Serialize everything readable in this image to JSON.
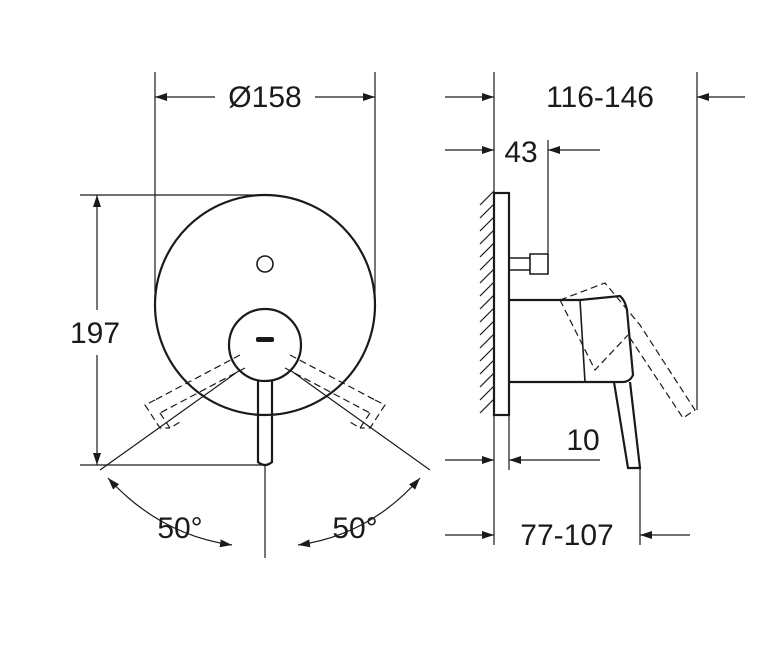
{
  "dimensions": {
    "diameter": "Ø158",
    "height": "197",
    "depth_range_top": "116-146",
    "depth_43": "43",
    "depth_10": "10",
    "depth_range_bottom": "77-107",
    "angle_left": "50°",
    "angle_right": "50°"
  },
  "colors": {
    "line": "#1a1a1a",
    "background": "#ffffff"
  }
}
